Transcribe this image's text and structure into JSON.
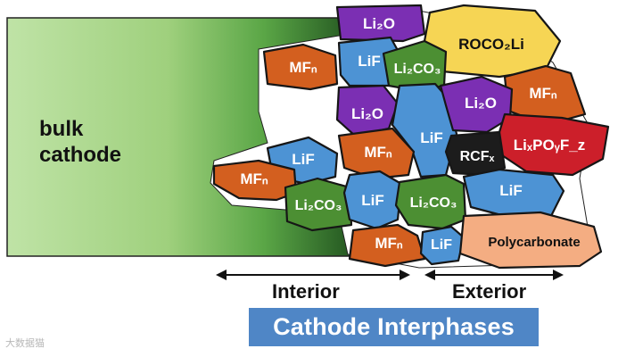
{
  "bulk_label": [
    "bulk",
    "cathode"
  ],
  "grains": [
    {
      "id": "li2o-top",
      "label": "Li₂O",
      "color": "#7b2fb3",
      "text_dark": false
    },
    {
      "id": "roco2li",
      "label": "ROCO₂Li",
      "color": "#f6d554",
      "text_dark": true
    },
    {
      "id": "mfn-1",
      "label": "MFₙ",
      "color": "#d35f1f",
      "text_dark": false
    },
    {
      "id": "lif-1",
      "label": "LiF",
      "color": "#4d93d4",
      "text_dark": false
    },
    {
      "id": "li2co3-1",
      "label": "Li₂CO₃",
      "color": "#4c8f33",
      "text_dark": false
    },
    {
      "id": "mfn-2",
      "label": "MFₙ",
      "color": "#d35f1f",
      "text_dark": false
    },
    {
      "id": "li2o-mid",
      "label": "Li₂O",
      "color": "#7b2fb3",
      "text_dark": false
    },
    {
      "id": "lif-center",
      "label": "LiF",
      "color": "#4d93d4",
      "text_dark": false
    },
    {
      "id": "li2o-right",
      "label": "Li₂O",
      "color": "#7b2fb3",
      "text_dark": false
    },
    {
      "id": "lixpoyfz",
      "label": "LiₓPOᵧF_z",
      "color": "#cc1f2a",
      "text_dark": false
    },
    {
      "id": "rcfx",
      "label": "RCFₓ",
      "color": "#1c1c1c",
      "text_dark": false
    },
    {
      "id": "lif-left",
      "label": "LiF",
      "color": "#4d93d4",
      "text_dark": false
    },
    {
      "id": "mfn-3",
      "label": "MFₙ",
      "color": "#d35f1f",
      "text_dark": false
    },
    {
      "id": "mfn-4",
      "label": "MFₙ",
      "color": "#d35f1f",
      "text_dark": false
    },
    {
      "id": "li2co3-2",
      "label": "Li₂CO₃",
      "color": "#4c8f33",
      "text_dark": false
    },
    {
      "id": "lif-2",
      "label": "LiF",
      "color": "#4d93d4",
      "text_dark": false
    },
    {
      "id": "li2co3-3",
      "label": "Li₂CO₃",
      "color": "#4c8f33",
      "text_dark": false
    },
    {
      "id": "lif-right",
      "label": "LiF",
      "color": "#4d93d4",
      "text_dark": false
    },
    {
      "id": "mfn-5",
      "label": "MFₙ",
      "color": "#d35f1f",
      "text_dark": false
    },
    {
      "id": "lif-3",
      "label": "LiF",
      "color": "#4d93d4",
      "text_dark": false
    },
    {
      "id": "polycarbonate",
      "label": "Polycarbonate",
      "color": "#f4ad82",
      "text_dark": true
    }
  ],
  "axis": {
    "interior": "Interior",
    "exterior": "Exterior"
  },
  "title": "Cathode Interphases",
  "watermark": "大数据猫"
}
